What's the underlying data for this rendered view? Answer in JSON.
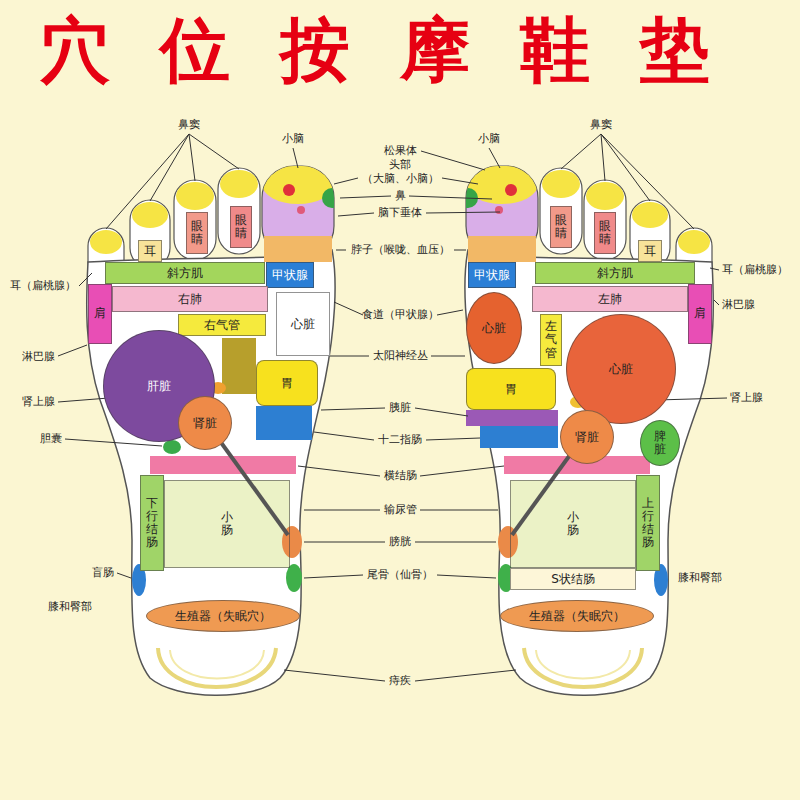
{
  "diagram": {
    "title": "穴位按摩鞋垫",
    "nodes": [
      {
        "text": [
          "耳"
        ]
      },
      {
        "text": [
          "眼睛"
        ]
      },
      {
        "text": [
          "眼睛"
        ]
      },
      {
        "text": [
          "斜方肌"
        ]
      },
      {
        "text": [
          "甲状腺"
        ]
      },
      {
        "text": [
          "肩"
        ]
      },
      {
        "text": [
          "右肺"
        ]
      },
      {
        "text": [
          "右气管"
        ]
      },
      {
        "text": [
          "心脏"
        ]
      },
      {
        "text": [
          "肝脏"
        ]
      },
      {
        "text": [
          "胃"
        ]
      },
      {
        "text": [
          "肾脏"
        ]
      },
      {
        "text": [
          "下行结肠"
        ]
      },
      {
        "text": [
          "小肠"
        ]
      },
      {
        "text": [
          "生殖器（失眠穴）"
        ]
      },
      {
        "text": [
          "眼睛"
        ]
      },
      {
        "text": [
          "眼睛"
        ]
      },
      {
        "text": [
          "耳"
        ]
      },
      {
        "text": [
          "甲状腺"
        ]
      },
      {
        "text": [
          "斜方肌"
        ]
      },
      {
        "text": [
          "左肺"
        ]
      },
      {
        "text": [
          "肩"
        ]
      },
      {
        "text": [
          "心脏"
        ]
      },
      {
        "text": [
          "左气管"
        ]
      },
      {
        "text": [
          "心脏"
        ]
      },
      {
        "text": [
          "胃"
        ]
      },
      {
        "text": [
          "肾脏"
        ]
      },
      {
        "text": [
          "脾脏"
        ]
      },
      {
        "text": [
          "小肠"
        ]
      },
      {
        "text": [
          "上行结肠"
        ]
      },
      {
        "text": [
          "S状结肠"
        ]
      },
      {
        "text": [
          "生殖器（失眠穴）"
        ]
      }
    ],
    "labels": [
      "鼻窦",
      "小脑",
      "松果体",
      "小脑",
      "鼻窦",
      "头部",
      "（大脑、小脑）",
      "鼻",
      "脑下垂体",
      "脖子（喉咙、血压）",
      "耳（扁桃腺）",
      "耳（扁桃腺）",
      "食道（甲状腺）",
      "淋巴腺",
      "淋巴腺",
      "太阳神经丛",
      "肾上腺",
      "肾上腺",
      "胰脏",
      "胆囊",
      "十二指肠",
      "横结肠",
      "输尿管",
      "膀胱",
      "盲肠",
      "尾骨（仙骨）",
      "膝和臀部",
      "膝和臀部",
      "痔疾"
    ]
  }
}
